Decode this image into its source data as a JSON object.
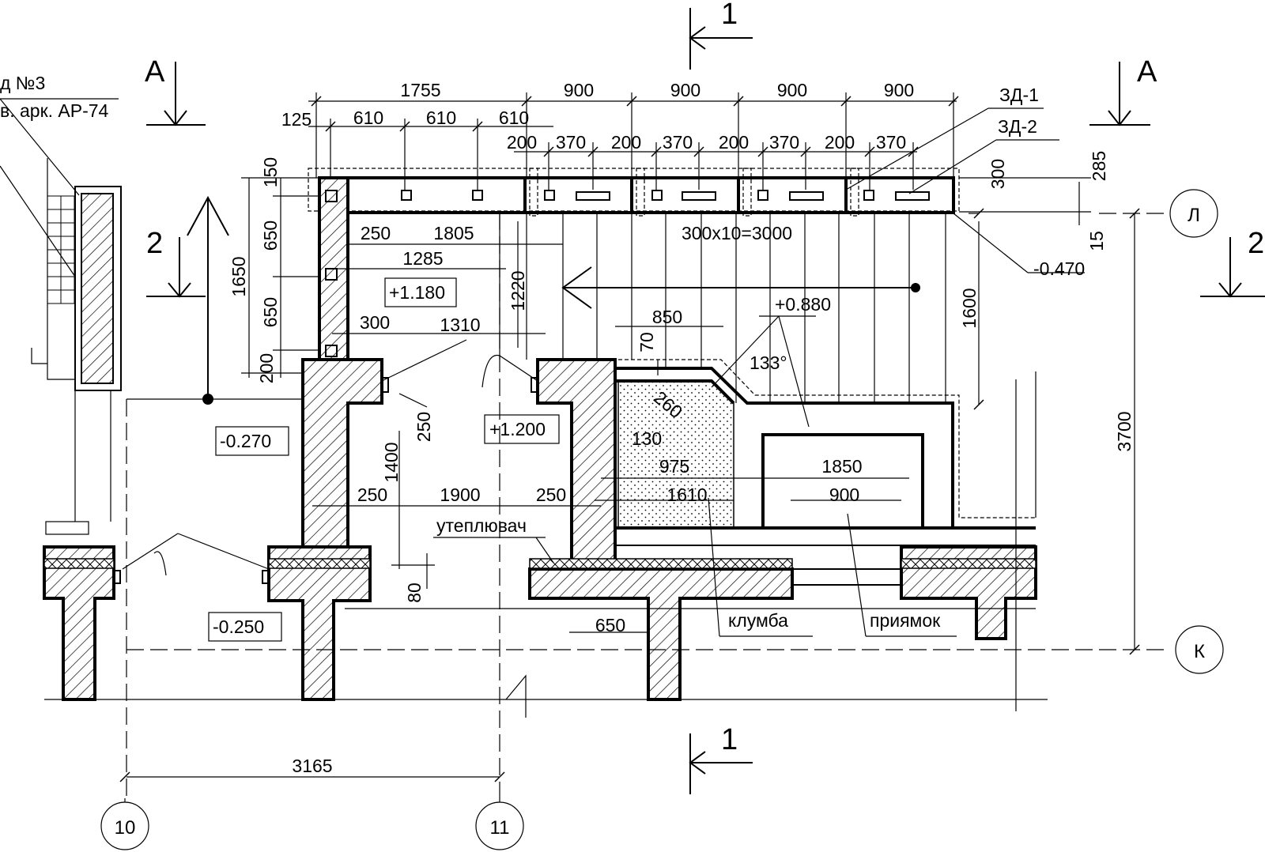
{
  "labels": {
    "ref_line1": "д №3",
    "ref_line2": "в. арк. АР-74",
    "section_a": "A",
    "section_1": "1",
    "section_2": "2",
    "zd1": "ЗД-1",
    "zd2": "ЗД-2",
    "insulation": "утеплювач",
    "flowerbed": "клумба",
    "pit": "приямок",
    "angle": "133°"
  },
  "levels": {
    "l_neg0470": "-0.470",
    "l_pos1180": "+1.180",
    "l_pos0880": "+0.880",
    "l_neg0270": "-0.270",
    "l_pos1200": "+1.200",
    "l_neg0250": "-0.250"
  },
  "dimensions": {
    "d1755": "1755",
    "d900a": "900",
    "d900b": "900",
    "d900c": "900",
    "d900d": "900",
    "d125": "125",
    "d610a": "610",
    "d610b": "610",
    "d610c": "610",
    "d200a": "200",
    "d370a": "370",
    "d200b": "200",
    "d370b": "370",
    "d200c": "200",
    "d370c": "370",
    "d200d": "200",
    "d370d": "370",
    "d300top": "300",
    "d285": "285",
    "d15": "15",
    "d150": "150",
    "d1650": "1650",
    "d650a": "650",
    "d650b": "650",
    "d200v": "200",
    "d250a": "250",
    "d1805": "1805",
    "d3000": "300x10=3000",
    "d1285": "1285",
    "d1220": "1220",
    "d300b": "300",
    "d1310": "1310",
    "d850": "850",
    "d70": "70",
    "d260": "260",
    "d1600": "1600",
    "d3700": "3700",
    "d250v": "250",
    "d1400": "1400",
    "d130": "130",
    "d975": "975",
    "d1850": "1850",
    "d250b": "250",
    "d1900": "1900",
    "d250c": "250",
    "d1610": "1610",
    "d900e": "900",
    "d80": "80",
    "d650c": "650",
    "d3165": "3165"
  },
  "axes": {
    "axis_l": "Л",
    "axis_k": "К",
    "axis_10": "10",
    "axis_11": "11"
  }
}
